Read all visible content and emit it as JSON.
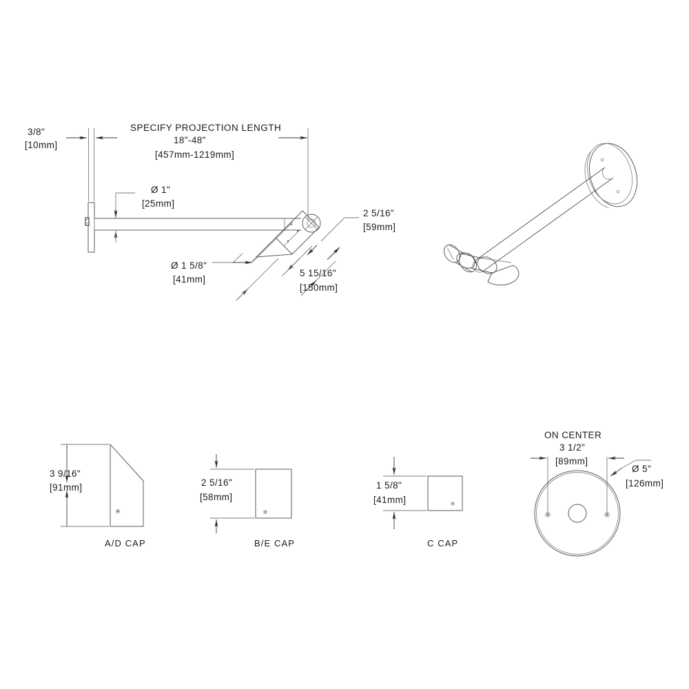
{
  "drawing": {
    "title": "Wall mounted arm light fixture dimensional drawing",
    "background_color": "#ffffff",
    "line_color": "#5a5a5a",
    "text_color": "#1a1a1a"
  },
  "side_view": {
    "name": "side-elevation-view",
    "annotations": {
      "plate_thickness": {
        "imperial": "3/8\"",
        "metric": "[10mm]"
      },
      "projection_title": "SPECIFY PROJECTION LENGTH",
      "projection_imperial": "18\"-48\"",
      "projection_metric": "[457mm-1219mm]",
      "arm_diameter_imperial": "Ø 1\"",
      "arm_diameter_metric": "[25mm]",
      "head_diameter_imperial": "Ø 1 5/8\"",
      "head_diameter_metric": "[41mm]",
      "socket_imperial": "2 5/16\"",
      "socket_metric": "[59mm]",
      "head_length_imperial": "5 15/16\"",
      "head_length_metric": "[150mm]"
    }
  },
  "iso_view": {
    "name": "isometric-view",
    "label": ""
  },
  "caps": [
    {
      "id": "ad-cap",
      "label": "A/D CAP",
      "dim_imperial": "3 9/16\"",
      "dim_metric": "[91mm]"
    },
    {
      "id": "be-cap",
      "label": "B/E CAP",
      "dim_imperial": "2 5/16\"",
      "dim_metric": "[58mm]"
    },
    {
      "id": "c-cap",
      "label": "C CAP",
      "dim_imperial": "1 5/8\"",
      "dim_metric": "[41mm]"
    }
  ],
  "backplate_view": {
    "name": "backplate-view",
    "on_center_label": "ON CENTER",
    "on_center_imperial": "3 1/2\"",
    "on_center_metric": "[89mm]",
    "diameter_imperial": "Ø 5\"",
    "diameter_metric": "[126mm]"
  }
}
